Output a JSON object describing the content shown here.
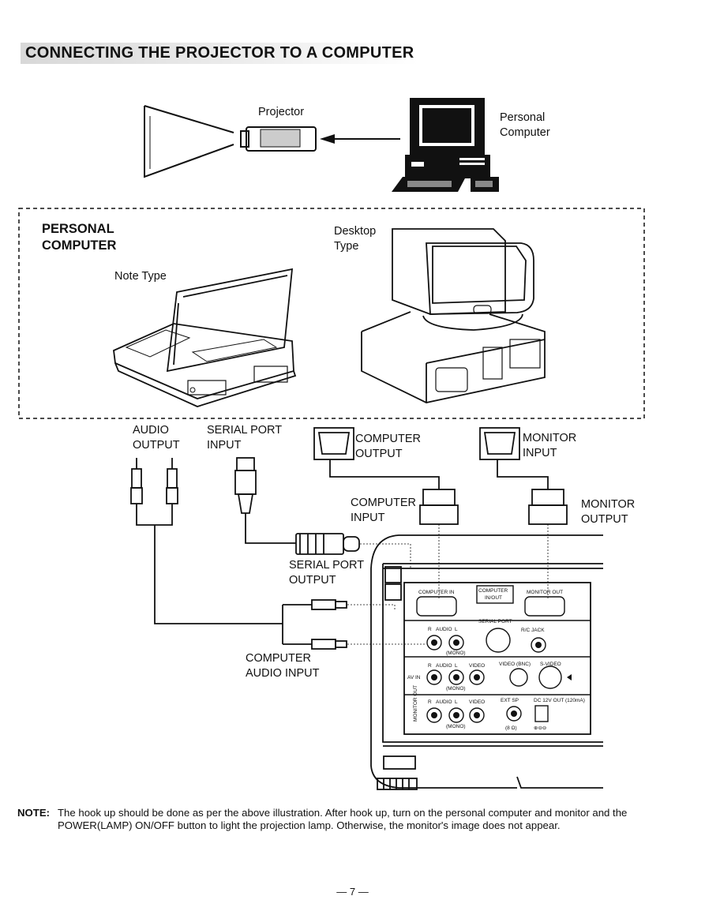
{
  "heading": "CONNECTING THE PROJECTOR TO A COMPUTER",
  "top_diagram": {
    "projector_label": "Projector",
    "personal_computer_line1": "Personal",
    "personal_computer_line2": "Computer"
  },
  "pc_box": {
    "heading_line1": "PERSONAL",
    "heading_line2": "COMPUTER",
    "desktop_line1": "Desktop",
    "desktop_line2": "Type",
    "note_type": "Note Type"
  },
  "connectors": {
    "audio_output_line1": "AUDIO",
    "audio_output_line2": "OUTPUT",
    "serial_port_input_line1": "SERIAL PORT",
    "serial_port_input_line2": "INPUT",
    "computer_output_line1": "COMPUTER",
    "computer_output_line2": "OUTPUT",
    "monitor_input_line1": "MONITOR",
    "monitor_input_line2": "INPUT",
    "computer_input_line1": "COMPUTER",
    "computer_input_line2": "INPUT",
    "monitor_output_line1": "MONITOR",
    "monitor_output_line2": "OUTPUT",
    "serial_port_output_line1": "SERIAL PORT",
    "serial_port_output_line2": "OUTPUT",
    "computer_audio_input_line1": "COMPUTER",
    "computer_audio_input_line2": "AUDIO INPUT"
  },
  "panel": {
    "computer_in": "COMPUTER IN",
    "computer_inout_line1": "COMPUTER",
    "computer_inout_line2": "IN/OUT",
    "monitor_out": "MONITOR OUT",
    "serial_port": "SERIAL PORT",
    "audio_r": "R",
    "audio_l": "L",
    "audio": "AUDIO",
    "rc_jack": "R/C JACK",
    "mono": "(MONO)",
    "av_in": "AV IN",
    "video": "VIDEO",
    "video_bnc": "VIDEO (BNC)",
    "s_video": "S-VIDEO",
    "monitor_out_side": "MONITOR OUT",
    "ext_sp": "EXT SP",
    "ohm": "(8 Ω)",
    "dc_out": "DC 12V OUT (120mA)",
    "polarity": "⊕⊖⊖"
  },
  "note": {
    "label": "NOTE:",
    "text": "The hook up should be done as per the above illustration. After hook up, turn on the personal computer and monitor and the POWER(LAMP) ON/OFF button to light the projection lamp. Otherwise, the monitor's image does not appear."
  },
  "page_number": "— 7 —"
}
